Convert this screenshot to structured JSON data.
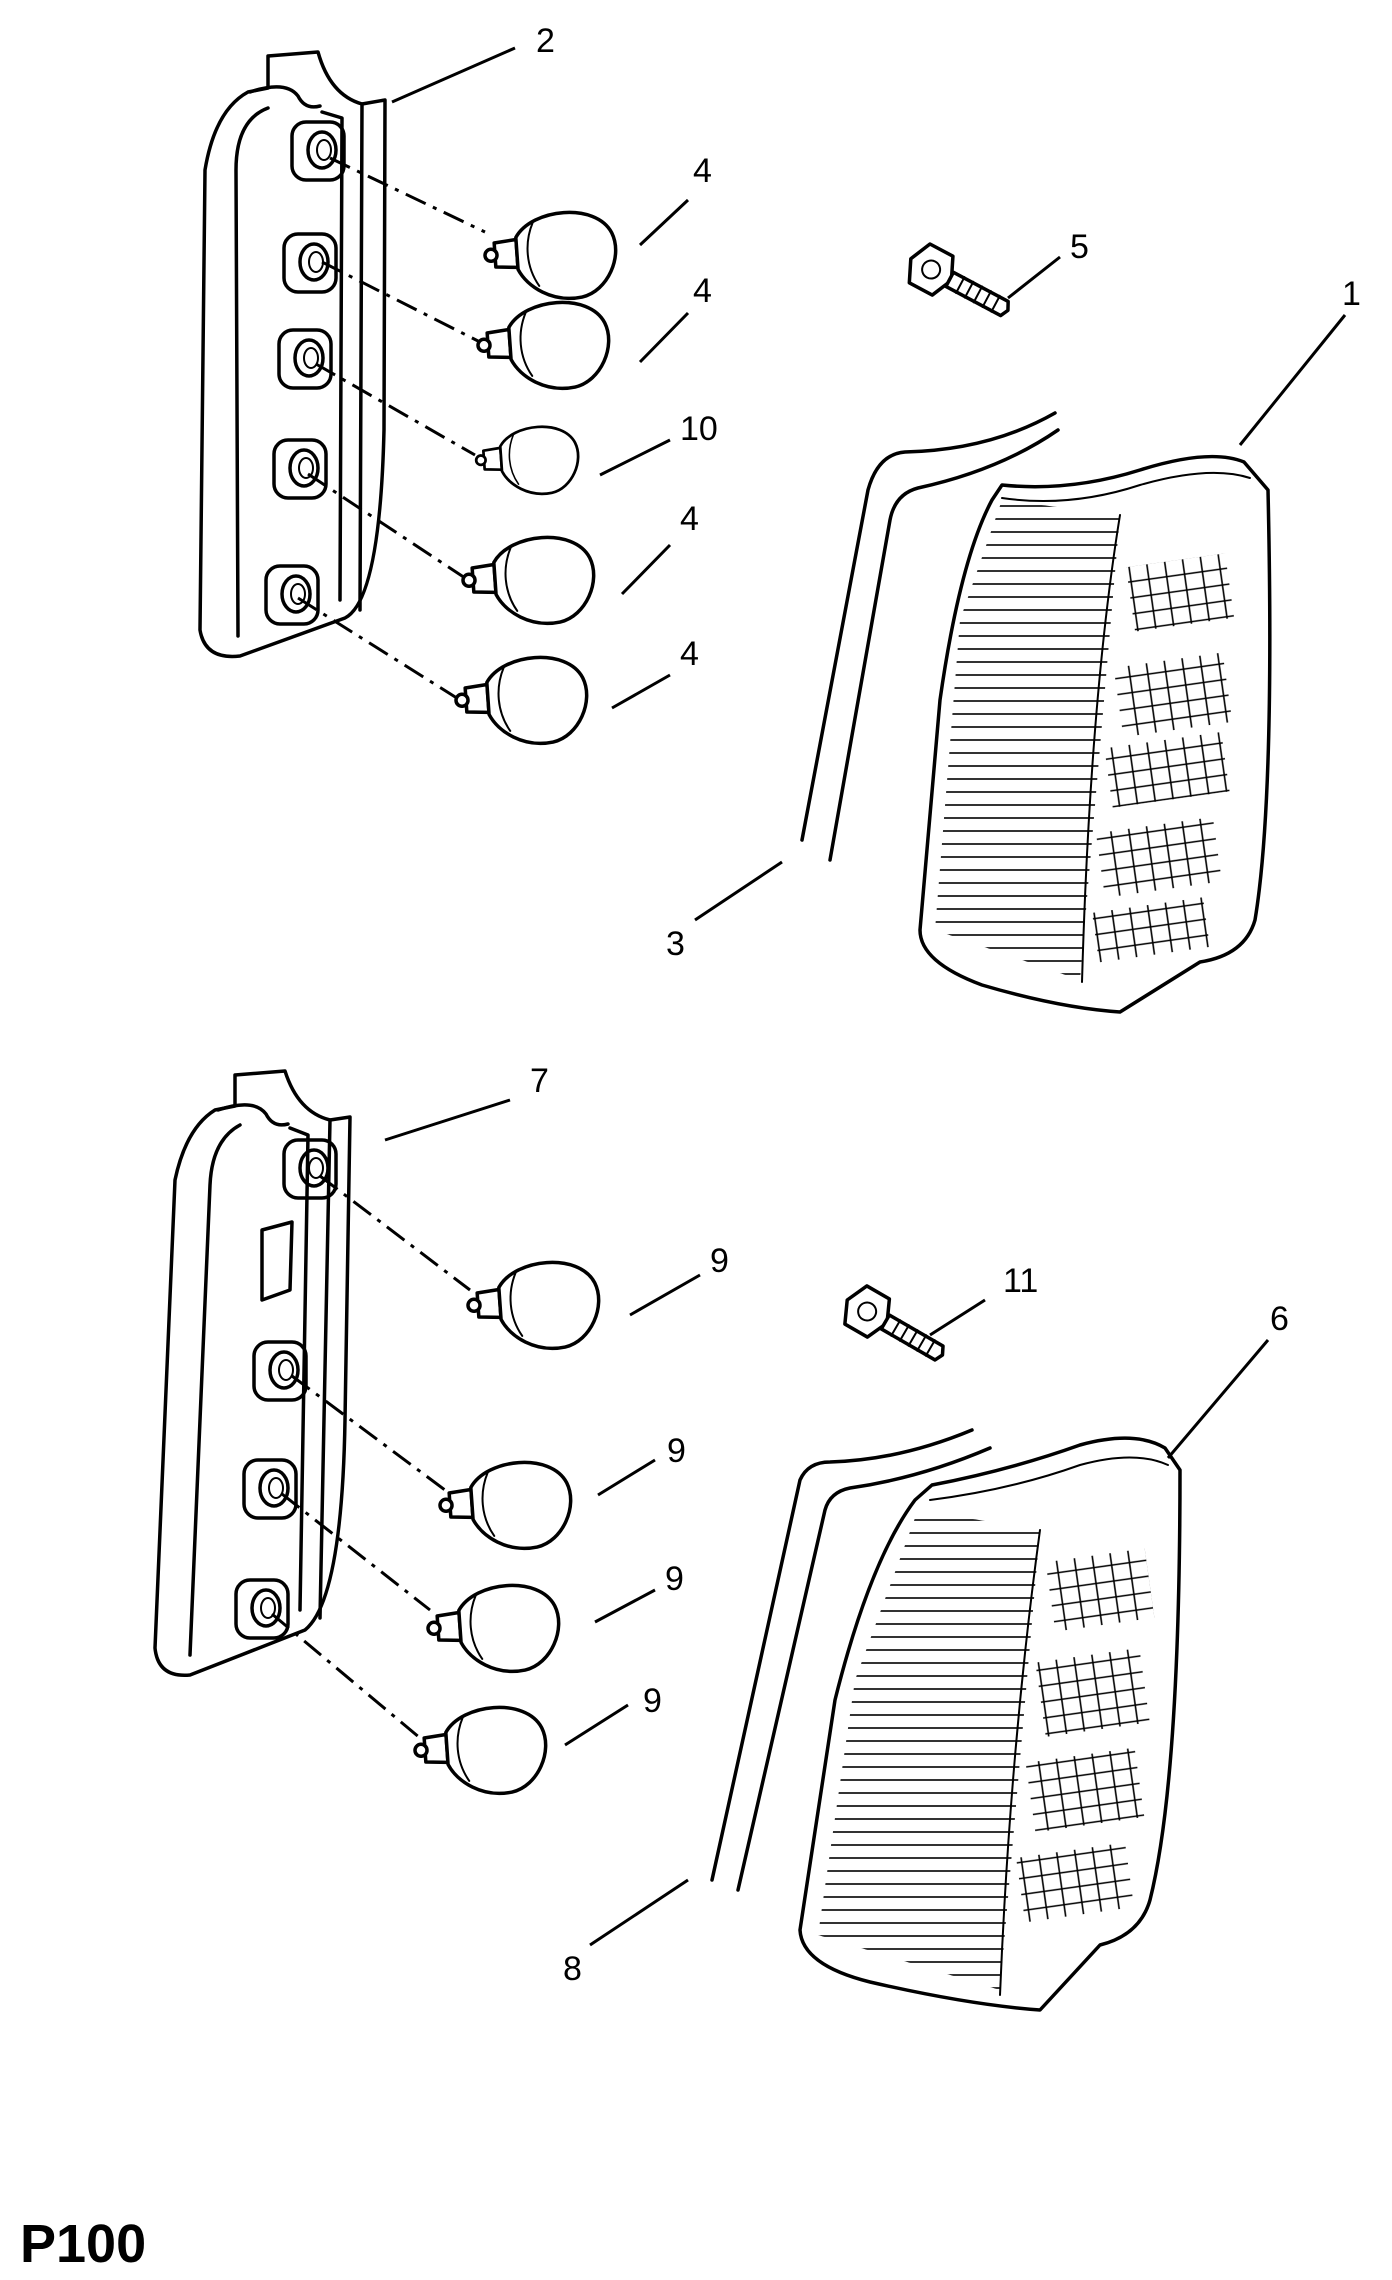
{
  "page_code": "P100",
  "callouts": [
    {
      "id": "c2",
      "text": "2"
    },
    {
      "id": "c4a",
      "text": "4"
    },
    {
      "id": "c4b",
      "text": "4"
    },
    {
      "id": "c10",
      "text": "10"
    },
    {
      "id": "c4c",
      "text": "4"
    },
    {
      "id": "c4d",
      "text": "4"
    },
    {
      "id": "c5",
      "text": "5"
    },
    {
      "id": "c1",
      "text": "1"
    },
    {
      "id": "c3",
      "text": "3"
    },
    {
      "id": "c7",
      "text": "7"
    },
    {
      "id": "c9a",
      "text": "9"
    },
    {
      "id": "c11",
      "text": "11"
    },
    {
      "id": "c6",
      "text": "6"
    },
    {
      "id": "c9b",
      "text": "9"
    },
    {
      "id": "c9c",
      "text": "9"
    },
    {
      "id": "c9d",
      "text": "9"
    },
    {
      "id": "c8",
      "text": "8"
    }
  ]
}
